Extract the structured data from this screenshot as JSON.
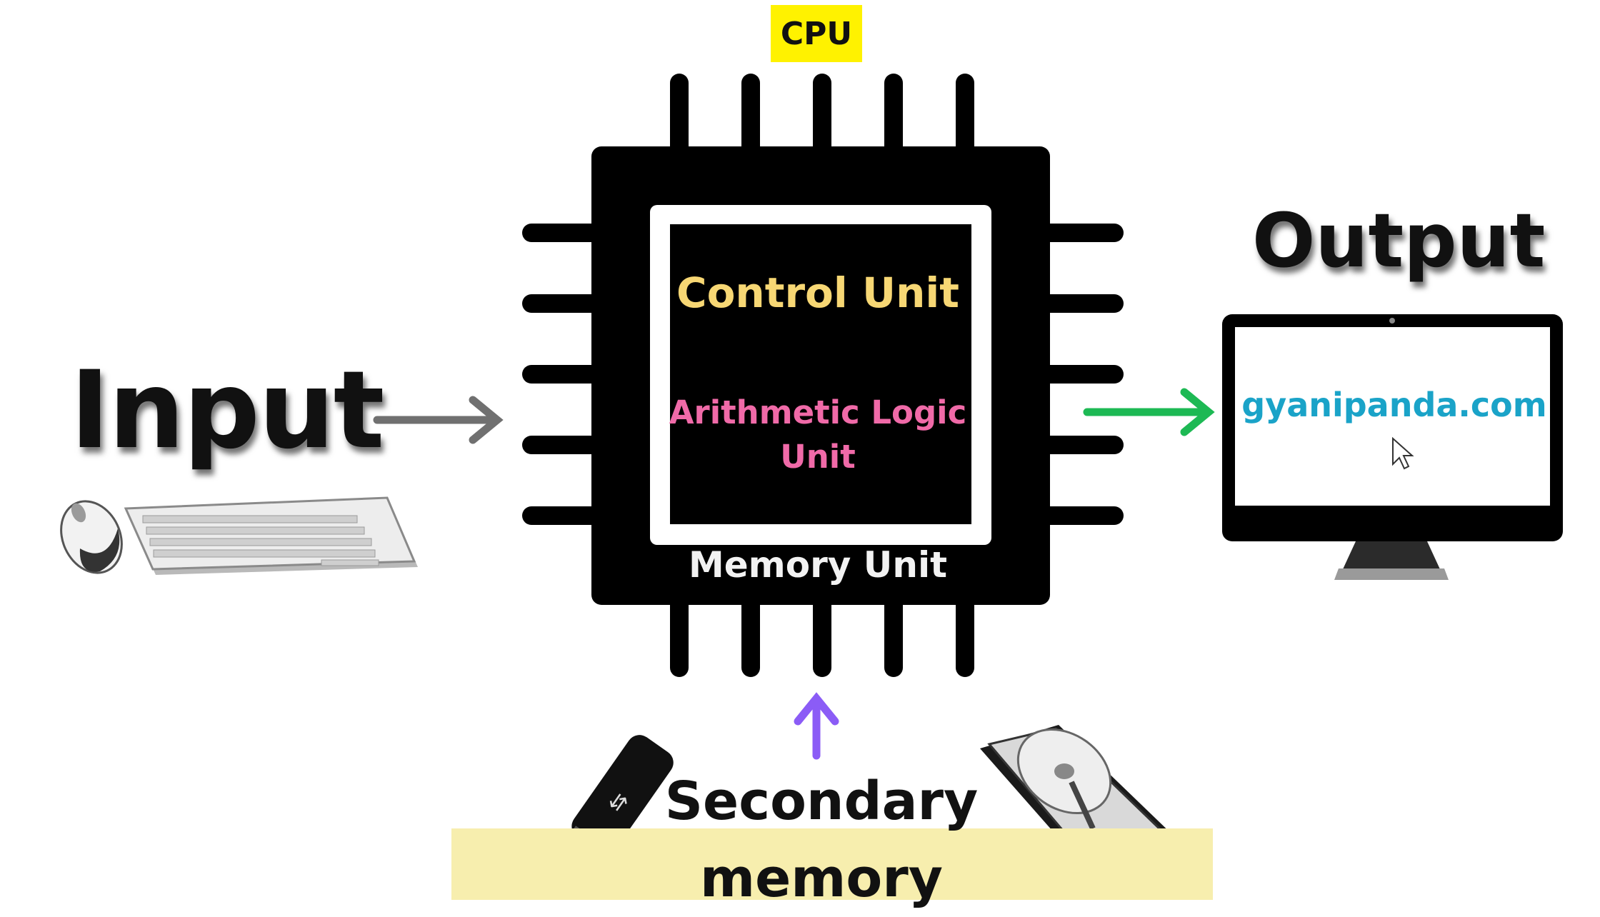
{
  "cpu": {
    "badge": "CPU",
    "control_unit": "Control Unit",
    "alu": "Arithmetic Logic Unit",
    "memory_unit": "Memory Unit"
  },
  "input": {
    "title": "Input",
    "devices": [
      "mouse-icon",
      "keyboard-icon"
    ]
  },
  "output": {
    "title": "Output",
    "screen_text": "gyanipanda.com",
    "devices": [
      "monitor-icon",
      "cursor-icon"
    ]
  },
  "secondary": {
    "label": "Secondary memory",
    "devices": [
      "usb-drive-icon",
      "hard-disk-icon"
    ]
  },
  "colors": {
    "badge": "#fff200",
    "control_unit": "#f7d774",
    "alu": "#f06aa8",
    "input_arrow": "#707070",
    "output_arrow": "#1db954",
    "secondary_arrow": "#8b5cf6",
    "secondary_band": "#f7eeae",
    "screen_text": "#1aa3c8"
  }
}
